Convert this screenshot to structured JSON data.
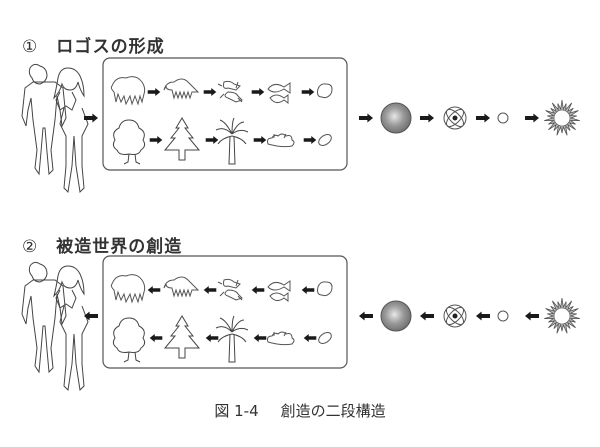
{
  "diagram": {
    "sections": [
      {
        "number": "①",
        "title": "ロゴスの形成",
        "direction": "forward",
        "human_label": "human-couple",
        "animal_chain": [
          "mammal-large",
          "mammal-reptilian",
          "amphibian",
          "fish",
          "single-cell"
        ],
        "plant_chain": [
          "broadleaf-tree",
          "conifer-tree",
          "palm-tree",
          "moss",
          "algae-cell"
        ],
        "cosmic_chain": [
          "planet",
          "atom",
          "particle",
          "big-bang"
        ]
      },
      {
        "number": "②",
        "title": "被造世界の創造",
        "direction": "backward",
        "human_label": "human-couple",
        "animal_chain": [
          "mammal-large",
          "mammal-reptilian",
          "amphibian",
          "fish",
          "single-cell"
        ],
        "plant_chain": [
          "broadleaf-tree",
          "conifer-tree",
          "palm-tree",
          "moss",
          "algae-cell"
        ],
        "cosmic_chain": [
          "planet",
          "atom",
          "particle",
          "big-bang"
        ]
      }
    ],
    "caption": {
      "figure_label": "図 1-4",
      "text": "創造の二段構造"
    }
  }
}
